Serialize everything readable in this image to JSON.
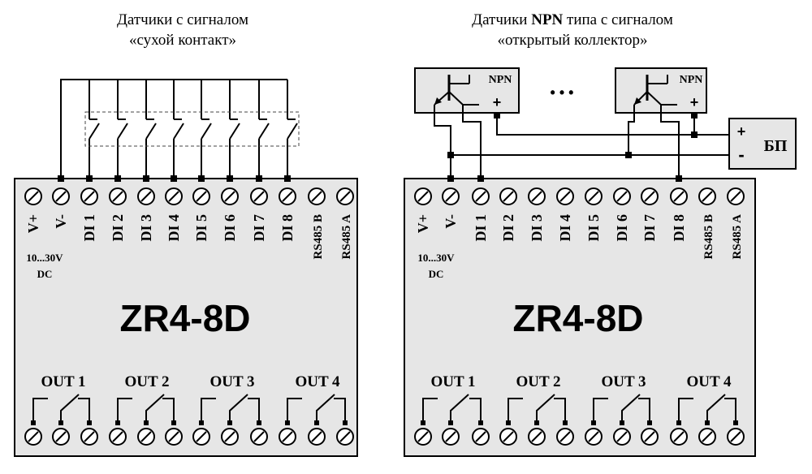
{
  "left_title": {
    "line1": "Датчики с сигналом",
    "line2": "«сухой контакт»"
  },
  "right_title": {
    "line1_before": "Датчики ",
    "line1_bold": "NPN",
    "line1_after": " типа с сигналом",
    "line2": "«открытый коллектор»"
  },
  "device_name": "ZR4-8D",
  "input_labels": [
    "V+",
    "V-",
    "DI 1",
    "DI 2",
    "DI 3",
    "DI 4",
    "DI 5",
    "DI 6",
    "DI 7",
    "DI 8",
    "RS485 B",
    "RS485 A"
  ],
  "power_note": {
    "line1": "10...30V",
    "line2": "DC"
  },
  "outputs": [
    "OUT  1",
    "OUT  2",
    "OUT  3",
    "OUT  4"
  ],
  "npn_label": "NPN",
  "plus_sign": "+",
  "minus_sign": "-",
  "ellipsis": "• • •",
  "psu_label": "БП"
}
